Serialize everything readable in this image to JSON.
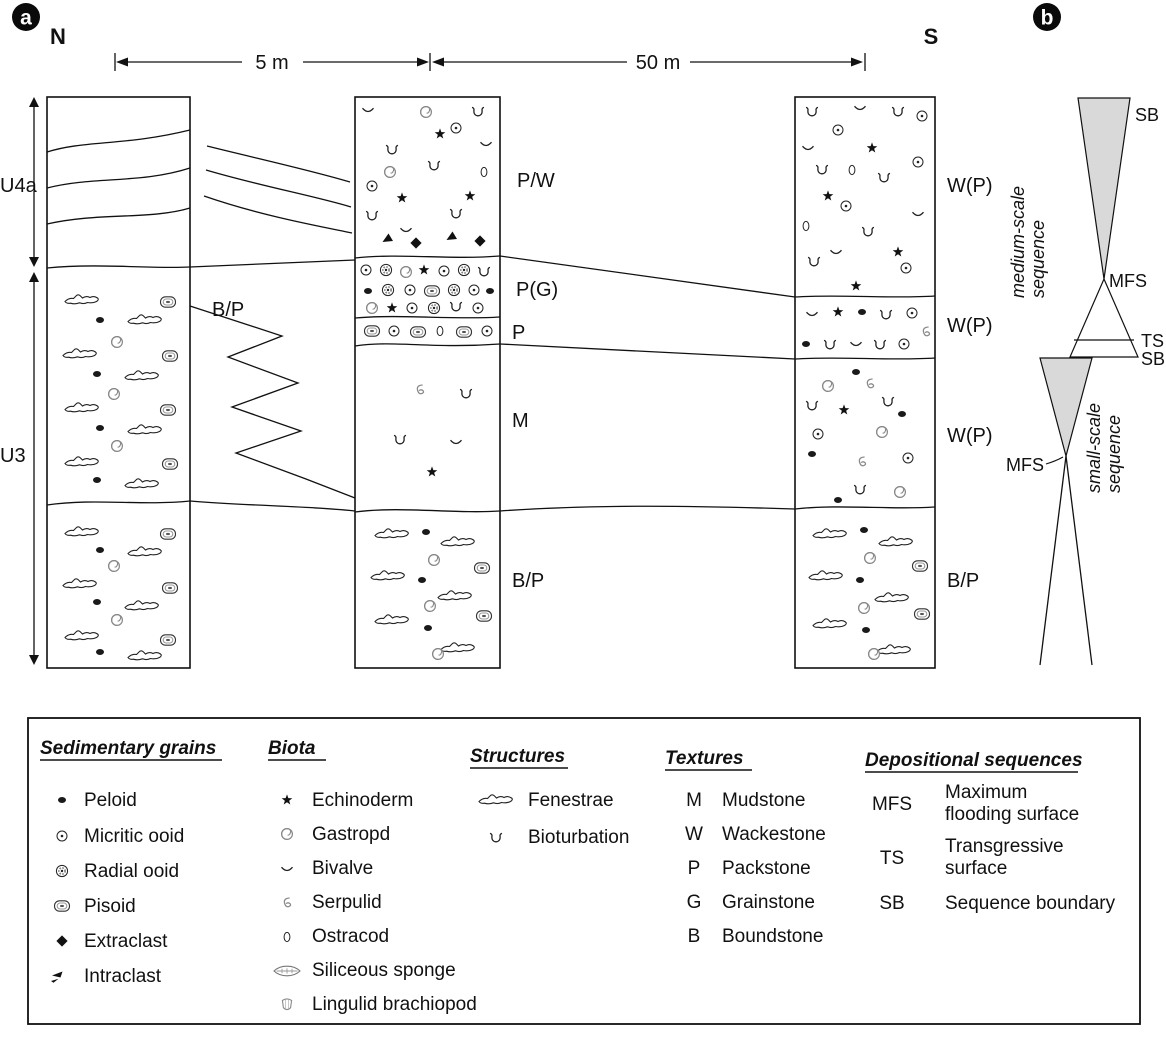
{
  "panel_a": {
    "badge": "a",
    "compass_n": "N",
    "compass_s": "S",
    "scale_small": "5 m",
    "scale_large": "50 m",
    "unit_top": "U4a",
    "unit_bottom": "U3",
    "col1": {
      "facies": [
        "B/P"
      ]
    },
    "col2": {
      "facies": [
        "P/W",
        "P(G)",
        "P",
        "M",
        "B/P"
      ]
    },
    "col3": {
      "facies": [
        "W(P)",
        "W(P)",
        "W(P)",
        "B/P"
      ]
    }
  },
  "panel_b": {
    "badge": "b",
    "sb_top": "SB",
    "mfs_medium": "MFS",
    "ts": "TS",
    "sb_mid": "SB",
    "mfs_small": "MFS",
    "medium_lines": [
      "medium-scale",
      "sequence"
    ],
    "small_lines": [
      "small-scale",
      "sequence"
    ]
  },
  "legend": {
    "sedimentary": {
      "title": "Sedimentary grains",
      "items": [
        {
          "label": "Peloid"
        },
        {
          "label": "Micritic ooid"
        },
        {
          "label": "Radial ooid"
        },
        {
          "label": "Pisoid"
        },
        {
          "label": "Extraclast"
        },
        {
          "label": "Intraclast"
        }
      ]
    },
    "biota": {
      "title": "Biota",
      "items": [
        {
          "label": "Echinoderm"
        },
        {
          "label": "Gastropd"
        },
        {
          "label": "Bivalve"
        },
        {
          "label": "Serpulid"
        },
        {
          "label": "Ostracod"
        },
        {
          "label": "Siliceous sponge"
        },
        {
          "label": "Lingulid brachiopod"
        }
      ]
    },
    "structures": {
      "title": "Structures",
      "items": [
        {
          "label": "Fenestrae"
        },
        {
          "label": "Bioturbation"
        }
      ]
    },
    "textures": {
      "title": "Textures",
      "items": [
        {
          "code": "M",
          "label": "Mudstone"
        },
        {
          "code": "W",
          "label": "Wackestone"
        },
        {
          "code": "P",
          "label": "Packstone"
        },
        {
          "code": "G",
          "label": "Grainstone"
        },
        {
          "code": "B",
          "label": "Boundstone"
        }
      ]
    },
    "depositional": {
      "title": "Depositional sequences",
      "items": [
        {
          "code": "MFS",
          "lines": [
            "Maximum",
            "flooding surface"
          ]
        },
        {
          "code": "TS",
          "lines": [
            "Transgressive",
            "surface"
          ]
        },
        {
          "code": "SB",
          "lines": [
            "Sequence boundary"
          ]
        }
      ]
    }
  }
}
